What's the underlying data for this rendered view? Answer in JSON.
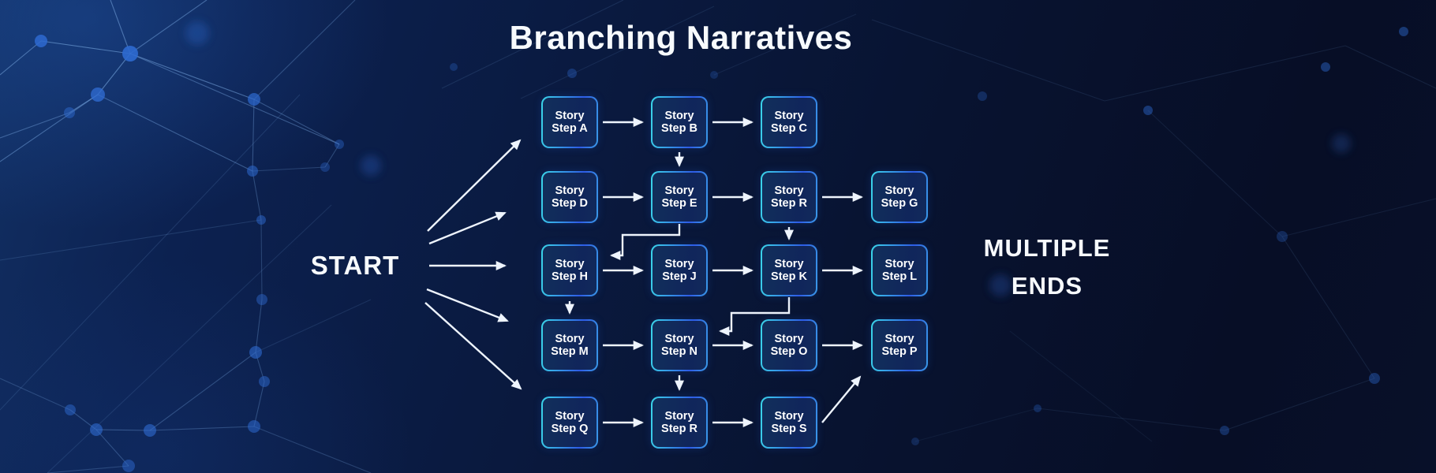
{
  "title": "Branching Narratives",
  "start": {
    "label": "START"
  },
  "ends": {
    "line1": "MULTIPLE",
    "line2": "ENDS"
  },
  "nodes": [
    {
      "id": "A",
      "line1": "Story",
      "line2": "Step A"
    },
    {
      "id": "B",
      "line1": "Story",
      "line2": "Step B"
    },
    {
      "id": "C",
      "line1": "Story",
      "line2": "Step C"
    },
    {
      "id": "D",
      "line1": "Story",
      "line2": "Step D"
    },
    {
      "id": "E",
      "line1": "Story",
      "line2": "Step E"
    },
    {
      "id": "R2",
      "line1": "Story",
      "line2": "Step R"
    },
    {
      "id": "G",
      "line1": "Story",
      "line2": "Step G"
    },
    {
      "id": "H",
      "line1": "Story",
      "line2": "Step H"
    },
    {
      "id": "J",
      "line1": "Story",
      "line2": "Step J"
    },
    {
      "id": "K",
      "line1": "Story",
      "line2": "Step K"
    },
    {
      "id": "L",
      "line1": "Story",
      "line2": "Step L"
    },
    {
      "id": "M",
      "line1": "Story",
      "line2": "Step M"
    },
    {
      "id": "N",
      "line1": "Story",
      "line2": "Step N"
    },
    {
      "id": "O",
      "line1": "Story",
      "line2": "Step O"
    },
    {
      "id": "P",
      "line1": "Story",
      "line2": "Step P"
    },
    {
      "id": "Q",
      "line1": "Story",
      "line2": "Step Q"
    },
    {
      "id": "R5",
      "line1": "Story",
      "line2": "Step R"
    },
    {
      "id": "S",
      "line1": "Story",
      "line2": "Step S"
    }
  ],
  "edges": [
    {
      "from": "START",
      "to": "A"
    },
    {
      "from": "START",
      "to": "D"
    },
    {
      "from": "START",
      "to": "H"
    },
    {
      "from": "START",
      "to": "M"
    },
    {
      "from": "START",
      "to": "Q"
    },
    {
      "from": "A",
      "to": "B"
    },
    {
      "from": "B",
      "to": "C"
    },
    {
      "from": "B",
      "to": "E"
    },
    {
      "from": "D",
      "to": "E"
    },
    {
      "from": "E",
      "to": "R2"
    },
    {
      "from": "R2",
      "to": "G"
    },
    {
      "from": "E",
      "to": "H"
    },
    {
      "from": "R2",
      "to": "K"
    },
    {
      "from": "H",
      "to": "J"
    },
    {
      "from": "J",
      "to": "K"
    },
    {
      "from": "K",
      "to": "L"
    },
    {
      "from": "K",
      "to": "N"
    },
    {
      "from": "H",
      "to": "M"
    },
    {
      "from": "M",
      "to": "N"
    },
    {
      "from": "N",
      "to": "O"
    },
    {
      "from": "O",
      "to": "P"
    },
    {
      "from": "N",
      "to": "R5"
    },
    {
      "from": "Q",
      "to": "R5"
    },
    {
      "from": "R5",
      "to": "S"
    },
    {
      "from": "S",
      "to": "P"
    }
  ],
  "colors": {
    "background_dark": "#070e26",
    "background_light": "#123064",
    "node_fill": "#0e214f",
    "node_border_cyan": "#3bd6e9",
    "node_border_blue": "#2e5be6",
    "arrow": "#eef4fd",
    "text": "#ffffff",
    "network_dot": "#2e6ad0"
  }
}
